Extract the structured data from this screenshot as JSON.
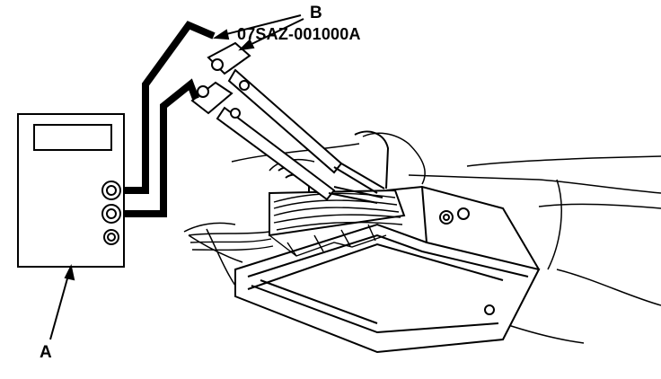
{
  "callouts": {
    "a": "A",
    "b": "B",
    "b_part_number": "07SAZ-001000A"
  },
  "colors": {
    "ink": "#000000",
    "paper": "#ffffff"
  }
}
